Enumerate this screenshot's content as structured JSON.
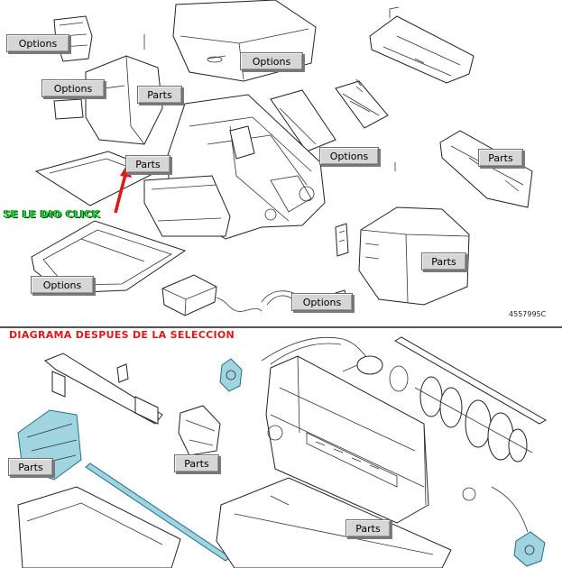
{
  "top_diagram": {
    "buttons": [
      {
        "id": "options-1",
        "label": "Options"
      },
      {
        "id": "options-2",
        "label": "Options"
      },
      {
        "id": "parts-1",
        "label": "Parts"
      },
      {
        "id": "options-3",
        "label": "Options"
      },
      {
        "id": "parts-2",
        "label": "Parts"
      },
      {
        "id": "options-4",
        "label": "Options"
      },
      {
        "id": "parts-3",
        "label": "Parts"
      },
      {
        "id": "parts-4",
        "label": "Parts"
      },
      {
        "id": "options-5",
        "label": "Options"
      },
      {
        "id": "options-6",
        "label": "Options"
      }
    ],
    "annotation": "SE LE DIO CLICK",
    "reference_code": "4557995C"
  },
  "bottom_diagram": {
    "title": "DIAGRAMA DESPUES DE LA SELECCION",
    "buttons": [
      {
        "id": "parts-5",
        "label": "Parts"
      },
      {
        "id": "parts-6",
        "label": "Parts"
      },
      {
        "id": "parts-7",
        "label": "Parts"
      }
    ]
  },
  "colors": {
    "annotation_text": "#22e03a",
    "annotation_arrow": "#e01818",
    "section_title": "#e01818",
    "highlight_part": "#9fd4e0"
  }
}
